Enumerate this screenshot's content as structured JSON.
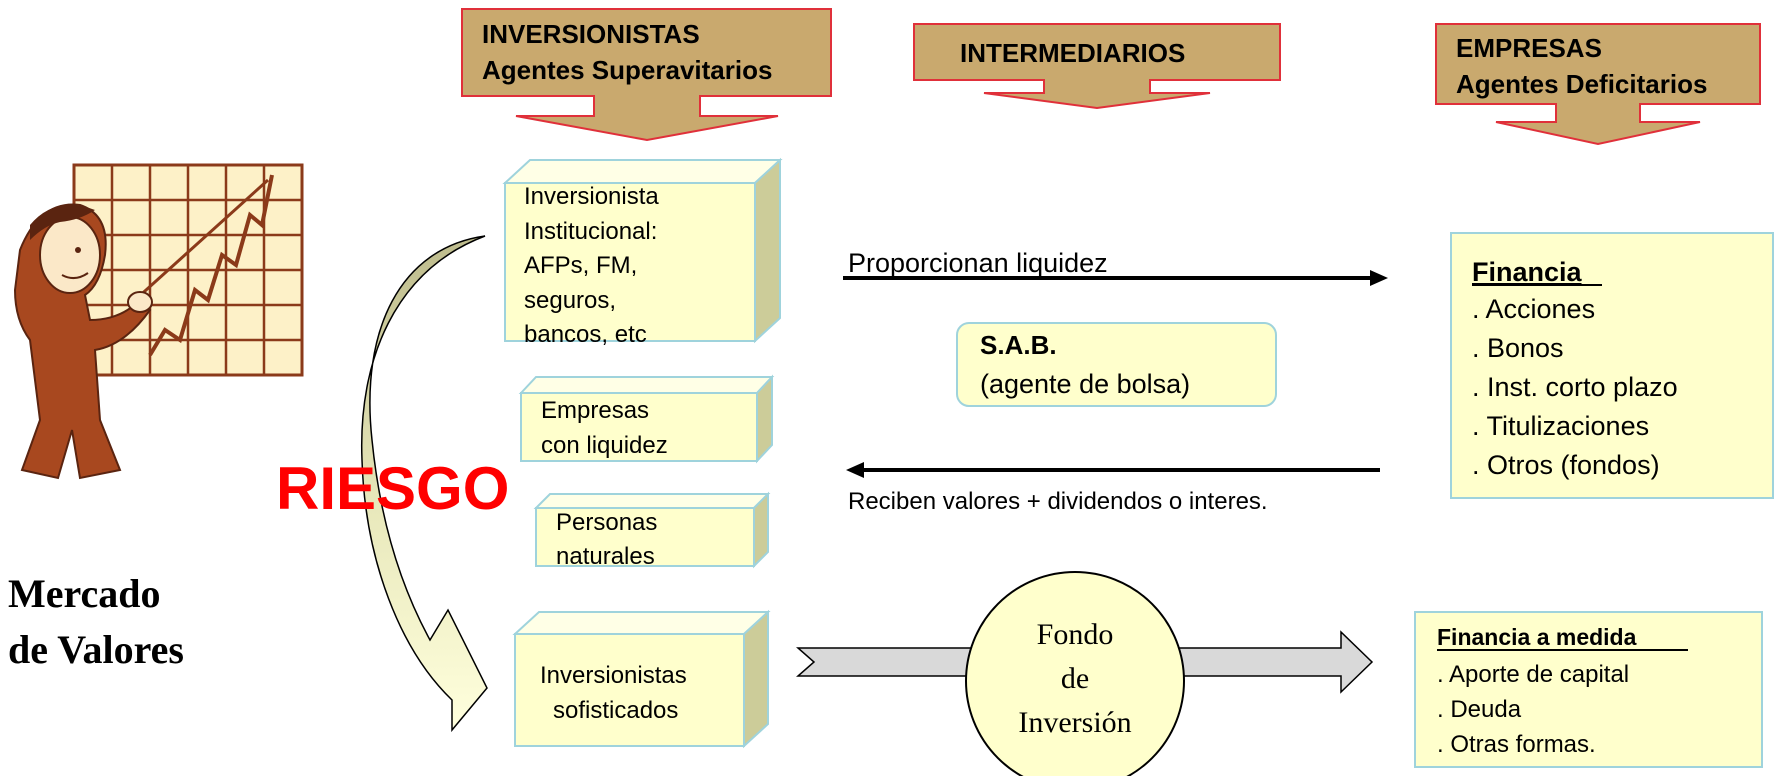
{
  "headers": {
    "investors": {
      "line1": "INVERSIONISTAS",
      "line2": "Agentes Superavitarios"
    },
    "intermediaries": {
      "line1": "INTERMEDIARIOS"
    },
    "companies": {
      "line1": "EMPRESAS",
      "line2": "Agentes Deficitarios"
    }
  },
  "investor_boxes": {
    "institutional": [
      "Inversionista",
      "Institucional:",
      "AFPs, FM,",
      "seguros,",
      "bancos, etc"
    ],
    "companies_liquidity": [
      "Empresas",
      "con liquidez"
    ],
    "natural_persons": [
      "Personas",
      "naturales"
    ],
    "sophisticated": [
      "Inversionistas",
      "sofisticados"
    ]
  },
  "flows": {
    "top_label": "Proporcionan liquidez",
    "bottom_label": "Reciben valores + dividendos o interes."
  },
  "sab": {
    "title": "S.A.B.",
    "subtitle": "(agente de bolsa)"
  },
  "fund": {
    "lines": [
      "Fondo",
      "de",
      "Inversión"
    ]
  },
  "financing": {
    "title": "Financia",
    "items": [
      ". Acciones",
      ". Bonos",
      ". Inst. corto plazo",
      ". Titulizaciones",
      ". Otros (fondos)"
    ]
  },
  "custom_financing": {
    "title": "Financia a medida",
    "items": [
      ". Aporte de capital",
      ". Deuda",
      ". Otras formas."
    ]
  },
  "risk_label": "RIESGO",
  "market_label": {
    "line1": "Mercado",
    "line2": "de Valores"
  },
  "colors": {
    "arrow_fill": "#c9a96e",
    "arrow_stroke": "#e0303a",
    "box_fill": "#ffffcc",
    "box_side": "#cccc99",
    "box_stroke": "#9fd3dc",
    "risk_red": "#ff0000",
    "curve_fill": "#c8c89a",
    "fund_fill": "#ffffcc",
    "flow_arrow_fill": "#d9d9d9",
    "figure_brown": "#8b3a1a"
  }
}
